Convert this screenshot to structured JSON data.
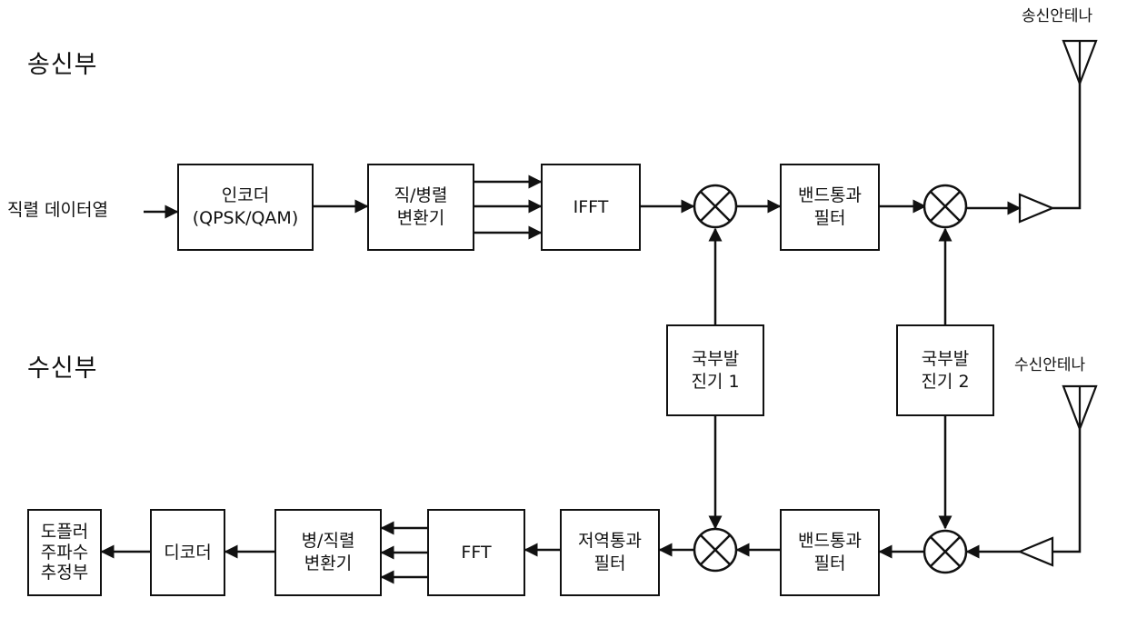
{
  "sections": {
    "tx": "송신부",
    "rx": "수신부"
  },
  "labels": {
    "serial_input": "직렬 데이터열",
    "tx_antenna": "송신안테나",
    "rx_antenna": "수신안테나"
  },
  "blocks": {
    "encoder": [
      "인코더",
      "(QPSK/QAM)"
    ],
    "sp_converter": [
      "직/병렬",
      "변환기"
    ],
    "ifft": [
      "IFFT"
    ],
    "tx_bandpass": [
      "밴드통과",
      "필터"
    ],
    "lo1": [
      "국부발",
      "진기 1"
    ],
    "lo2": [
      "국부발",
      "진기 2"
    ],
    "rx_bandpass": [
      "밴드통과",
      "필터"
    ],
    "lowpass": [
      "저역통과",
      "필터"
    ],
    "fft": [
      "FFT"
    ],
    "ps_converter": [
      "병/직렬",
      "변환기"
    ],
    "decoder": [
      "디코더"
    ],
    "doppler": [
      "도플러",
      "주파수",
      "추정부"
    ]
  }
}
